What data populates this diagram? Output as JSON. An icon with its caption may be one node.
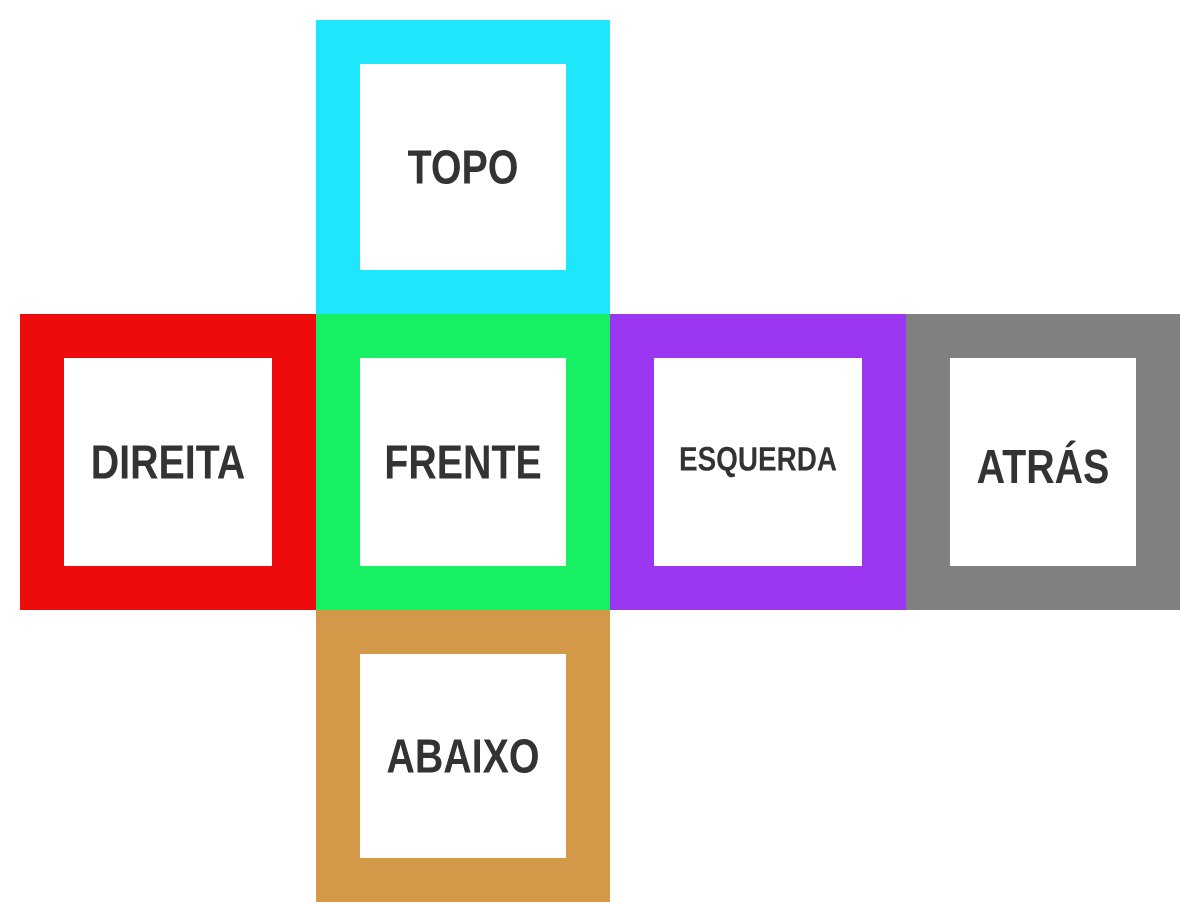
{
  "diagram": {
    "nodes": [
      {
        "text": [
          "TOPO"
        ]
      },
      {
        "text": [
          "DIREITA"
        ]
      },
      {
        "text": [
          "FRENTE"
        ]
      },
      {
        "text": [
          "ESQUERDA"
        ]
      },
      {
        "text": [
          "ATRÁS"
        ]
      },
      {
        "text": [
          "ABAIXO"
        ]
      }
    ]
  }
}
